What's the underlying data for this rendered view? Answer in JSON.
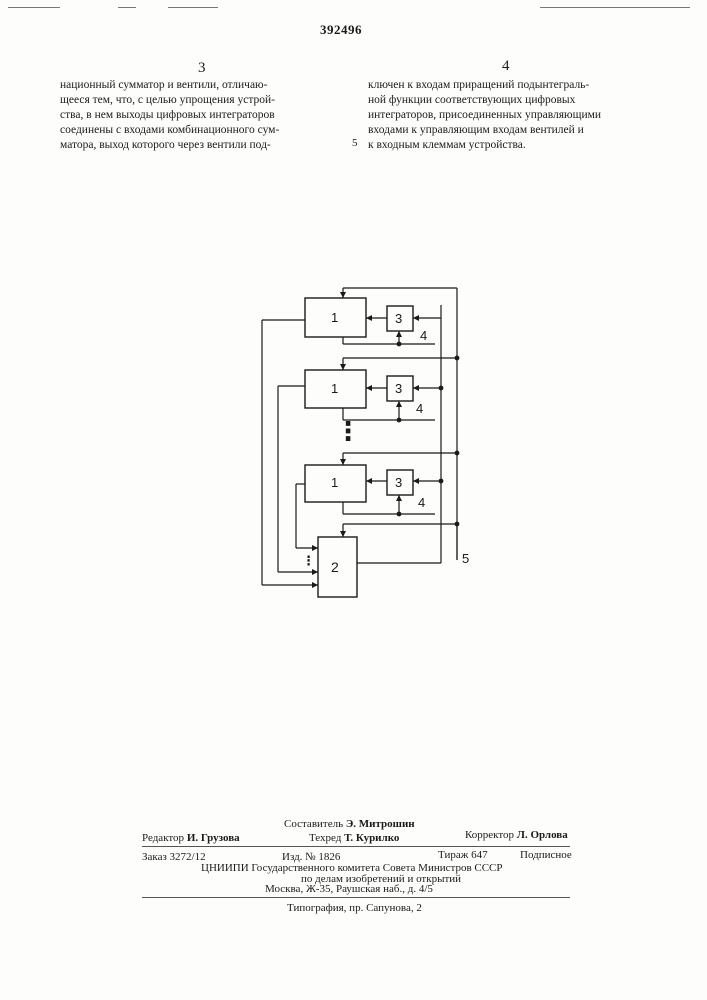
{
  "header": {
    "doc_number": "392496",
    "left_col_num": "3",
    "right_col_num": "4",
    "margin_line_num": "5"
  },
  "left_column": [
    "национный сумматор и вентили, отличаю-",
    "щееся тем, что, с целью упрощения устрой-",
    "ства, в нем выходы цифровых интеграторов",
    "соединены с входами комбинационного сум-",
    "матора, выход которого через вентили под-"
  ],
  "right_column": [
    "ключен к входам приращений подынтеграль-",
    "ной функции соответствующих цифровых",
    "интеграторов, присоединенных управляющими",
    "входами к управляющим входам вентилей и",
    "к входным клеммам устройства."
  ],
  "diagram": {
    "integrator_label": "1",
    "adder_label": "2",
    "gate_label": "3",
    "control_label": "4",
    "terminal_label": "5",
    "ellipsis": "⋮"
  },
  "imprint": {
    "compiler_label": "Составитель",
    "compiler_name": "Э. Митрошин",
    "editor_label": "Редактор",
    "editor_name": "И. Грузова",
    "techred_label": "Техред",
    "techred_name": "Т. Курилко",
    "corrector_label": "Корректор",
    "corrector_name": "Л. Орлова",
    "order": "Заказ 3272/12",
    "edition": "Изд. № 1826",
    "circulation": "Тираж 647",
    "subscription": "Подписное",
    "org_line1": "ЦНИИПИ Государственного комитета Совета Министров СССР",
    "org_line2": "по делам изобретений и открытий",
    "address": "Москва, Ж-35, Раушская наб., д. 4/5",
    "printer": "Типография, пр. Сапунова, 2"
  }
}
